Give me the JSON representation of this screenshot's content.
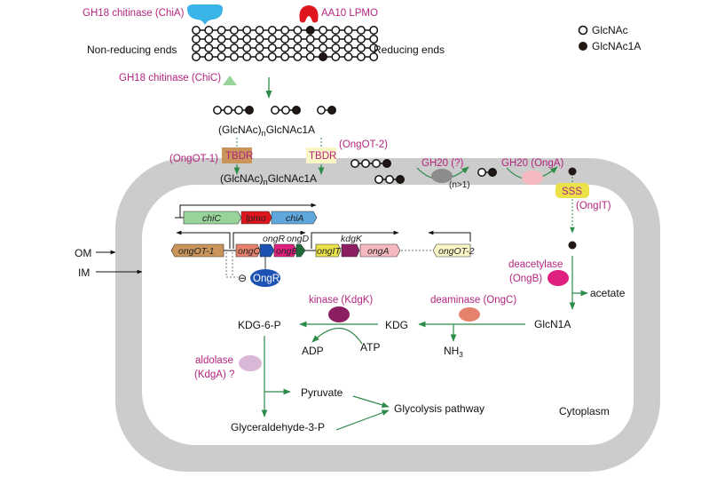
{
  "legend": {
    "items": [
      {
        "label": "GlcNAc",
        "symbol": "open-circle"
      },
      {
        "label": "GlcNAc1A",
        "symbol": "filled-circle"
      }
    ]
  },
  "polymer": {
    "left_label": "Non-reducing ends",
    "right_label": "Reducing ends",
    "rows": [
      "oooooooooxooooo",
      "ooooooooooooooo",
      "ooooooooooooooo",
      "ooooooooooxoooo"
    ]
  },
  "enzymes_outside": {
    "chia": "GH18 chitinase (ChiA)",
    "lpmo": "AA10 LPMO",
    "chic": "GH18 chitinase (ChiC)"
  },
  "oligos_outside": [
    "ooox",
    "oox",
    "ox"
  ],
  "product_label_prefix": "(GlcNAc)",
  "product_label_sub": "n",
  "product_label_suffix": "GlcNAc1A",
  "transporters": {
    "tbdr_label": "TBDR",
    "ongot1": "(OngOT-1)",
    "ongot2": "(OngOT-2)",
    "sss_label": "SSS",
    "ongit": "(OngIT)"
  },
  "periplasm": {
    "oligos": [
      "ooox",
      "oox",
      "ox",
      "x"
    ],
    "gh20_unknown": "GH20 (?)",
    "gh20_onga": "GH20 (OngA)",
    "n_condition": "(n>1)"
  },
  "membranes": {
    "om": "OM",
    "im": "IM"
  },
  "genes": {
    "cluster1": [
      "chiC",
      "lpmo",
      "chiA"
    ],
    "cluster2": {
      "ongOT1": "ongOT-1",
      "ongC": "ongC",
      "ongR": "ongR",
      "ongB": "ongB",
      "ongD": "ongD",
      "ongIT": "ongIT",
      "kdgK": "kdgK",
      "ongA": "ongA",
      "ongOT2": "ongOT-2",
      "break": "\\\\"
    },
    "regulator": "OngR",
    "repression_symbol": "⊖"
  },
  "pathway": {
    "deacetylase": "deacetylase",
    "deacetylase_name": "(OngB)",
    "acetate": "acetate",
    "glcn1a": "GlcN1A",
    "deaminase": "deaminase (OngC)",
    "kdg": "KDG",
    "nh3": "NH",
    "nh3_sub": "3",
    "kinase": "kinase (KdgK)",
    "kdg6p": "KDG-6-P",
    "adp": "ADP",
    "atp": "ATP",
    "aldolase": "aldolase",
    "aldolase_name": "(KdgA) ?",
    "pyruvate": "Pyruvate",
    "g3p": "Glyceraldehyde-3-P",
    "glycolysis": "Glycolysis pathway",
    "cytoplasm": "Cytoplasm"
  },
  "colors": {
    "membrane": "#cccccc",
    "arrow_green": "#2e8b4a",
    "enzyme_text": "#b2257f",
    "chia_blue": "#3ab4e6",
    "lpmo_red": "#e0161e",
    "chic_green": "#98d49a",
    "tbdr1": "#c9955a",
    "tbdr2": "#fbf6c6",
    "sss": "#ebe24a",
    "gh20_unknown": "#8c8c8c",
    "gh20_onga": "#f7b9c0",
    "deacetylase": "#e0207e",
    "deaminase": "#e5816d",
    "kinase": "#8c1f62",
    "aldolase": "#d9b7d6",
    "ongR": "#1d52b3"
  }
}
